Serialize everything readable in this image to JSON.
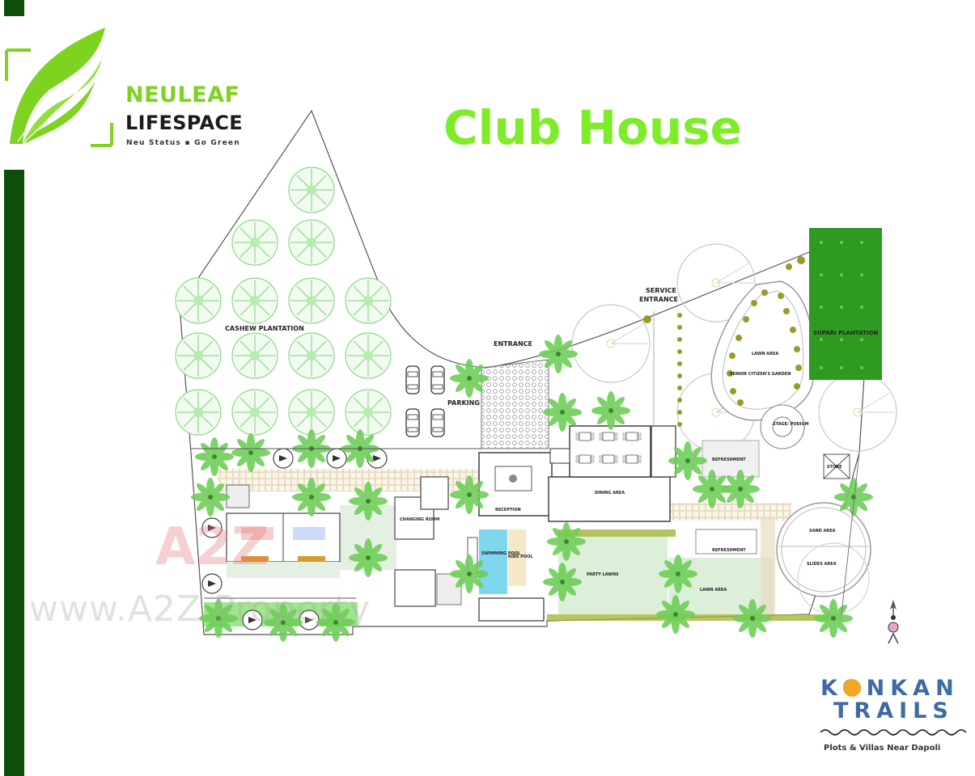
{
  "brand": {
    "name_line1": "NEULEAF",
    "name_line2": "LIFESPACE",
    "tagline": "Neu Status ▪ Go Green",
    "colors": {
      "accent": "#7ed321",
      "dark_bar": "#0f4d0a",
      "title": "#7fec2a"
    }
  },
  "title": "Club House",
  "plan": {
    "labels": {
      "cashew": "CASHEW PLANTATION",
      "entrance": "ENTRANCE",
      "service_entrance_1": "SERVICE",
      "service_entrance_2": "ENTRANCE",
      "parking": "PARKING",
      "lawn_area_garden": "LAWN AREA",
      "senior_garden": "SENIOR CITIZEN'S GARDEN",
      "suparu_plantation": "SUPARI PLANTATION",
      "stage": "STAGE/ PODIUM",
      "party_lawns": "PARTY LAWNS",
      "lawn_area": "LAWN AREA",
      "sand_area": "SAND AREA",
      "slides_area": "SLIDES AREA",
      "refreshment_1": "REFRESHMENT",
      "refreshment_2": "REFRESHMENT",
      "dining_area": "DINING AREA",
      "reception": "RECEPTION",
      "changing_room": "CHANGING ROOM",
      "swimming_pool": "SWIMMING POOL",
      "kids_pool": "KIDS POOL",
      "store": "STORE"
    },
    "north_arrow": "north-arrow-icon"
  },
  "watermark": {
    "logo_text": "A2Z",
    "url": "www.A2Z Property"
  },
  "partner": {
    "name_line1": "KONKAN",
    "name_line2": "TRAILS",
    "tagline": "Plots & Villas Near Dapoli",
    "colors": {
      "text": "#3d6ba5",
      "sun": "#f5a623",
      "palm": "#8b4513"
    }
  }
}
